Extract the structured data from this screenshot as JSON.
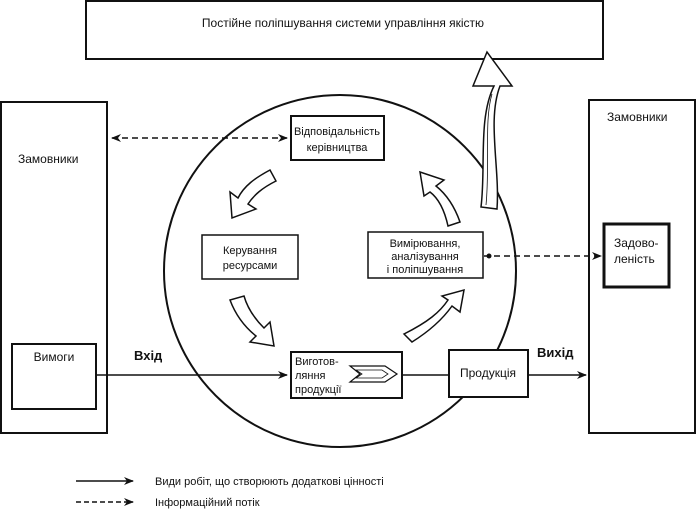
{
  "top_banner": {
    "text": "Постійне поліпшування системи управління якістю"
  },
  "left_panel": {
    "title": "Замовники",
    "requirements_box": "Вимоги"
  },
  "right_panel": {
    "title": "Замовники",
    "satisfaction_box": [
      "Задово-",
      "леність"
    ]
  },
  "process": {
    "management_responsibility": [
      "Відповідальність",
      "керівництва"
    ],
    "resource_management": [
      "Керування",
      "ресурсами"
    ],
    "measurement_analysis": [
      "Вимірювання,",
      "аналізування",
      "і поліпшування"
    ],
    "product_realization": [
      "Виготов-",
      "ляння",
      "продукції"
    ],
    "product_box": "Продукція"
  },
  "flow_labels": {
    "input": "Вхід",
    "output": "Вихід"
  },
  "legend": {
    "solid_line_label": "Види робіт, що створюють додаткові цінності",
    "dashed_line_label": "Інформаційний потік"
  }
}
